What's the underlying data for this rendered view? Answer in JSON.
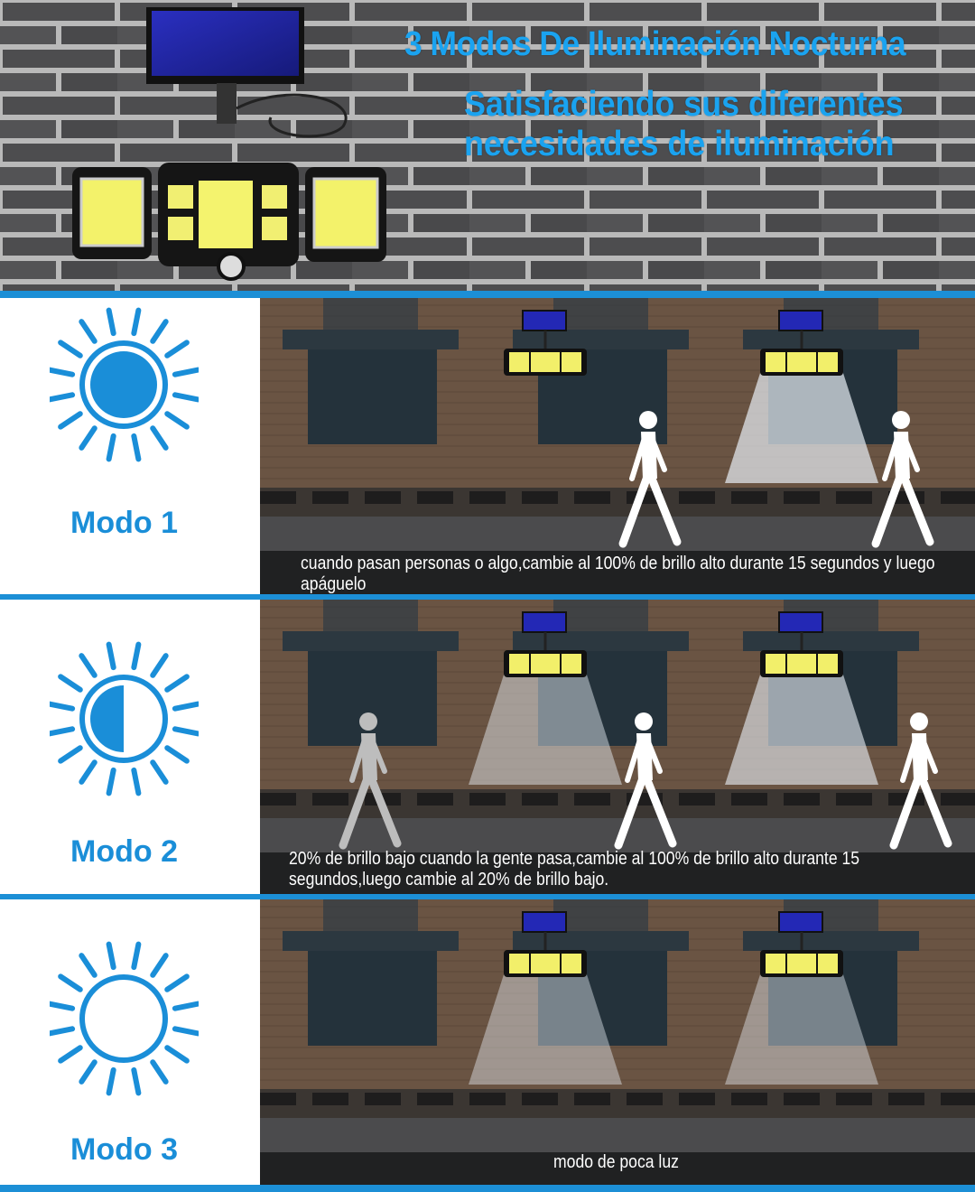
{
  "header": {
    "title": "3 Modos De Iluminación Nocturna",
    "subtitle": "Satisfaciendo sus diferentes necesidades de iluminación"
  },
  "accent_color": "#1a8ed8",
  "modes": [
    {
      "label": "Modo 1",
      "icon": "sun-full-icon",
      "caption": "cuando pasan personas o algo,cambie al 100% de brillo alto durante 15 segundos y luego apáguelo"
    },
    {
      "label": "Modo 2",
      "icon": "sun-half-icon",
      "caption": "20% de brillo bajo cuando la gente pasa,cambie al 100% de brillo alto durante 15 segundos,luego cambie al 20% de brillo bajo."
    },
    {
      "label": "Modo 3",
      "icon": "sun-outline-icon",
      "caption": "modo de poca luz"
    }
  ]
}
